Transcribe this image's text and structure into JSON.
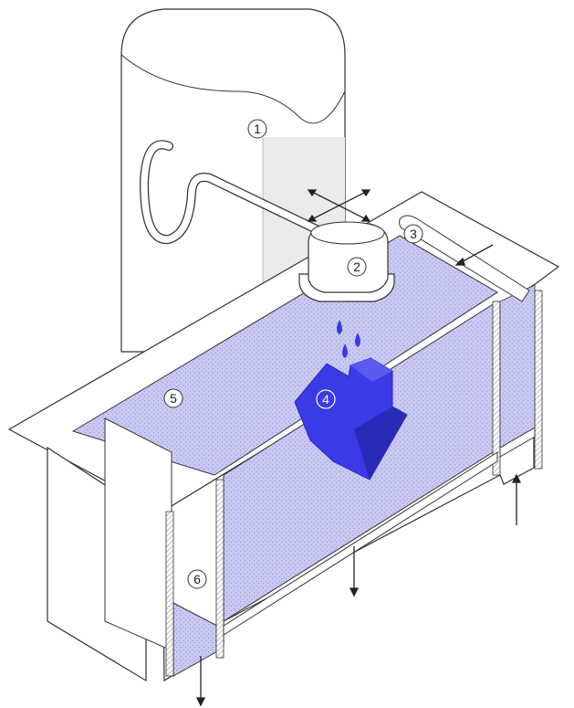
{
  "diagram": {
    "callouts": [
      {
        "id": "reservoir",
        "number": "1"
      },
      {
        "id": "print-head",
        "number": "2"
      },
      {
        "id": "recoater-blade",
        "number": "3"
      },
      {
        "id": "printed-part",
        "number": "4"
      },
      {
        "id": "powder-bed",
        "number": "5"
      },
      {
        "id": "build-platform",
        "number": "6"
      }
    ],
    "colors": {
      "powder": "#c9c9f4",
      "part": "#3a3ae6",
      "part_dark": "#2a2ab8",
      "outline": "#333333",
      "wall": "#ffffff",
      "shade": "#ececec"
    },
    "icons": [
      "move-arrows-icon",
      "down-arrow-icon",
      "up-arrow-icon",
      "droplet-icon"
    ]
  }
}
